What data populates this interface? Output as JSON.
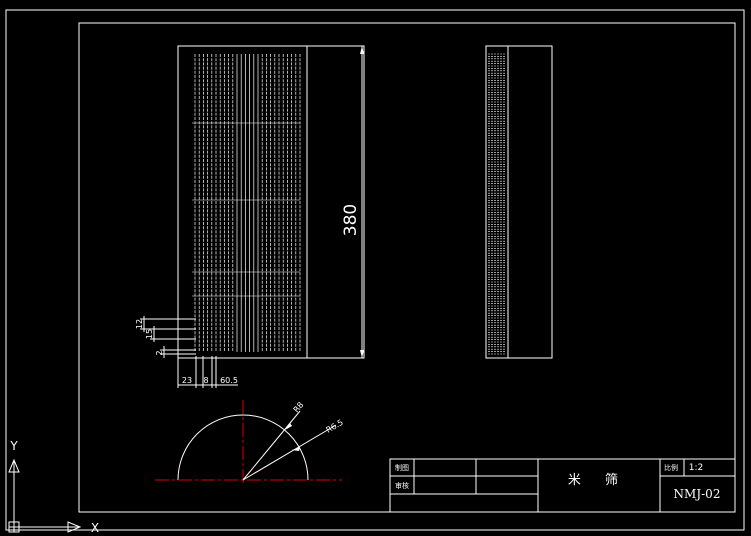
{
  "drawing": {
    "dimension_height": "380",
    "dim_left_1": "12",
    "dim_left_2": "15",
    "dim_left_3": "2",
    "dim_bottom_1": "23",
    "dim_bottom_2": "8",
    "dim_bottom_3": "60.5",
    "radius_1": "R8",
    "radius_2": "R6.5"
  },
  "title_block": {
    "label_drawn": "制图",
    "label_checked": "审核",
    "part_name": "米 筛",
    "scale_label": "比例",
    "scale_value": "1:2",
    "drawing_number": "NMJ-02"
  },
  "ucs": {
    "y_axis": "Y",
    "x_axis": "X"
  }
}
